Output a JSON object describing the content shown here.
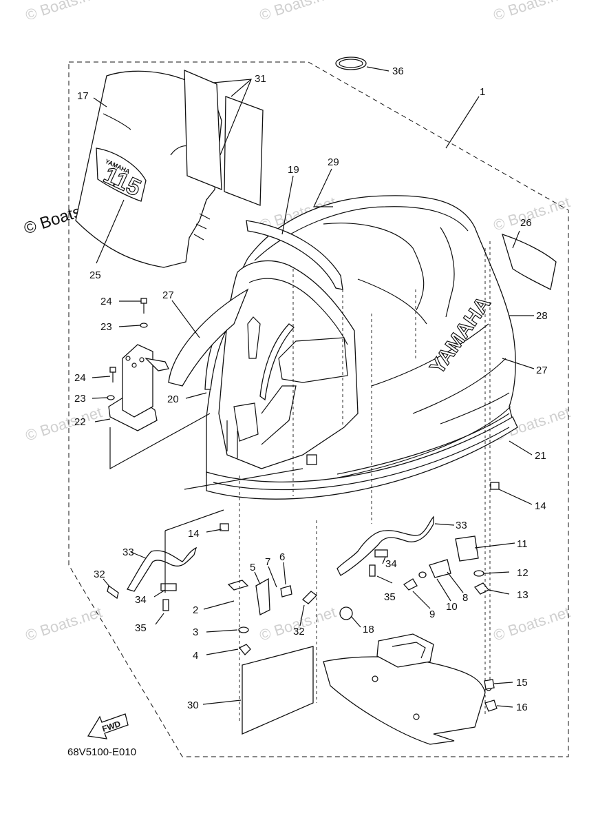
{
  "diagram": {
    "code": "68V5100-E010",
    "fwd_label": "FWD",
    "brand_text": "YAMAHA",
    "badge_text": "115",
    "watermark": "© Boats.net",
    "callouts": [
      "1",
      "2",
      "3",
      "4",
      "5",
      "6",
      "7",
      "8",
      "9",
      "10",
      "11",
      "12",
      "13",
      "14",
      "14",
      "15",
      "16",
      "17",
      "18",
      "19",
      "20",
      "21",
      "22",
      "23",
      "23",
      "24",
      "24",
      "25",
      "26",
      "27",
      "27",
      "28",
      "29",
      "30",
      "31",
      "32",
      "32",
      "33",
      "33",
      "34",
      "34",
      "35",
      "35",
      "36"
    ]
  }
}
